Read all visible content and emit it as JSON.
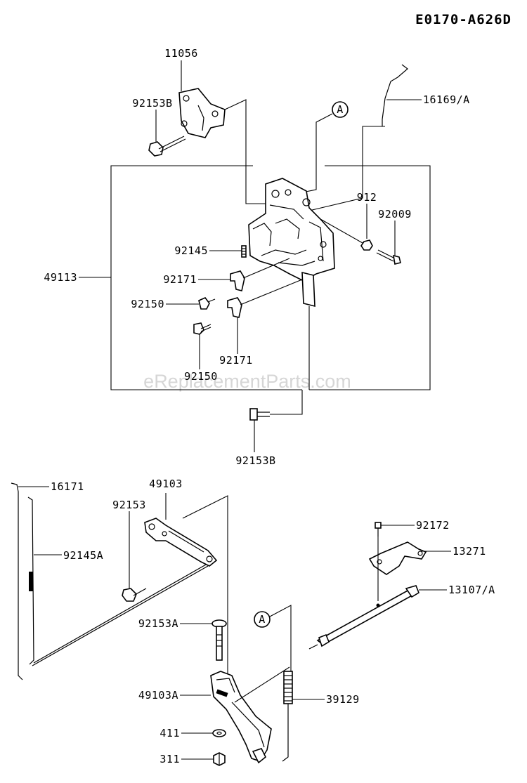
{
  "diagram_code": "E0170-A626D",
  "watermark": "eReplacementParts.com",
  "parts": [
    {
      "id": "p-11056",
      "label": "11056"
    },
    {
      "id": "p-92153b-top",
      "label": "92153B"
    },
    {
      "id": "p-16169a",
      "label": "16169/A"
    },
    {
      "id": "p-callout-a-top",
      "label": "A"
    },
    {
      "id": "p-912",
      "label": "912"
    },
    {
      "id": "p-92009",
      "label": "92009"
    },
    {
      "id": "p-92145",
      "label": "92145"
    },
    {
      "id": "p-49113",
      "label": "49113"
    },
    {
      "id": "p-92171-a",
      "label": "92171"
    },
    {
      "id": "p-92150-a",
      "label": "92150"
    },
    {
      "id": "p-92171-b",
      "label": "92171"
    },
    {
      "id": "p-92150-b",
      "label": "92150"
    },
    {
      "id": "p-92153b-bottom",
      "label": "92153B"
    },
    {
      "id": "p-16171",
      "label": "16171"
    },
    {
      "id": "p-49103",
      "label": "49103"
    },
    {
      "id": "p-92153",
      "label": "92153"
    },
    {
      "id": "p-92145a",
      "label": "92145A"
    },
    {
      "id": "p-92172",
      "label": "92172"
    },
    {
      "id": "p-13271",
      "label": "13271"
    },
    {
      "id": "p-13107a",
      "label": "13107/A"
    },
    {
      "id": "p-callout-a-bottom",
      "label": "A"
    },
    {
      "id": "p-92153a",
      "label": "92153A"
    },
    {
      "id": "p-49103a",
      "label": "49103A"
    },
    {
      "id": "p-39129",
      "label": "39129"
    },
    {
      "id": "p-411",
      "label": "411"
    },
    {
      "id": "p-311",
      "label": "311"
    }
  ]
}
